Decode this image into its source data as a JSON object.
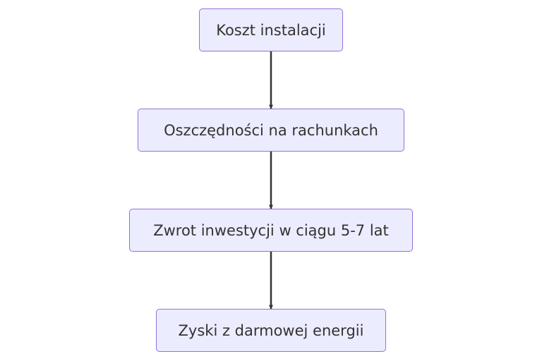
{
  "flowchart": {
    "nodes": [
      {
        "id": "n1",
        "label": "Koszt instalacji"
      },
      {
        "id": "n2",
        "label": "Oszczędności na rachunkach"
      },
      {
        "id": "n3",
        "label": "Zwrot inwestycji w ciągu 5-7 lat"
      },
      {
        "id": "n4",
        "label": "Zyski z darmowej energii"
      }
    ],
    "edges": [
      {
        "from": "n1",
        "to": "n2"
      },
      {
        "from": "n2",
        "to": "n3"
      },
      {
        "from": "n3",
        "to": "n4"
      }
    ]
  },
  "colors": {
    "node_fill": "#ECECFF",
    "node_border": "#9370DB",
    "text": "#333333",
    "edge": "#333333"
  }
}
